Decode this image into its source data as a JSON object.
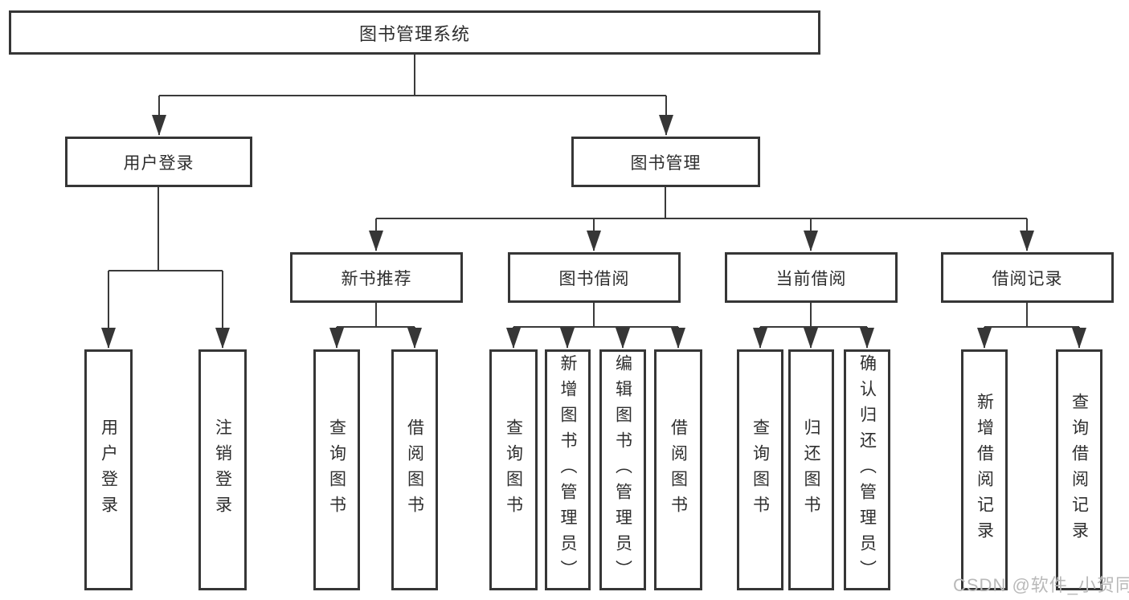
{
  "diagram_title": "图书管理系统",
  "tree": {
    "label": "图书管理系统",
    "children": [
      {
        "label": "用户登录",
        "children": [
          {
            "label": "用户登录"
          },
          {
            "label": "注销登录"
          }
        ]
      },
      {
        "label": "图书管理",
        "children": [
          {
            "label": "新书推荐",
            "children": [
              {
                "label": "查询图书"
              },
              {
                "label": "借阅图书"
              }
            ]
          },
          {
            "label": "图书借阅",
            "children": [
              {
                "label": "查询图书"
              },
              {
                "label": "新增图书（管理员）"
              },
              {
                "label": "编辑图书（管理员）"
              },
              {
                "label": "借阅图书"
              }
            ]
          },
          {
            "label": "当前借阅",
            "children": [
              {
                "label": "查询图书"
              },
              {
                "label": "归还图书"
              },
              {
                "label": "确认归还（管理员）"
              }
            ]
          },
          {
            "label": "借阅记录",
            "children": [
              {
                "label": "新增借阅记录"
              },
              {
                "label": "查询借阅记录"
              }
            ]
          }
        ]
      }
    ]
  },
  "watermark": {
    "text": "CSDN @软件_小贺同学",
    "color": "#b9b9b9"
  },
  "colors": {
    "line": "#3a3a3a",
    "box_border": "#363636",
    "box_fill": "#ffffff",
    "text": "#2e2e2e",
    "background": "#ffffff"
  }
}
